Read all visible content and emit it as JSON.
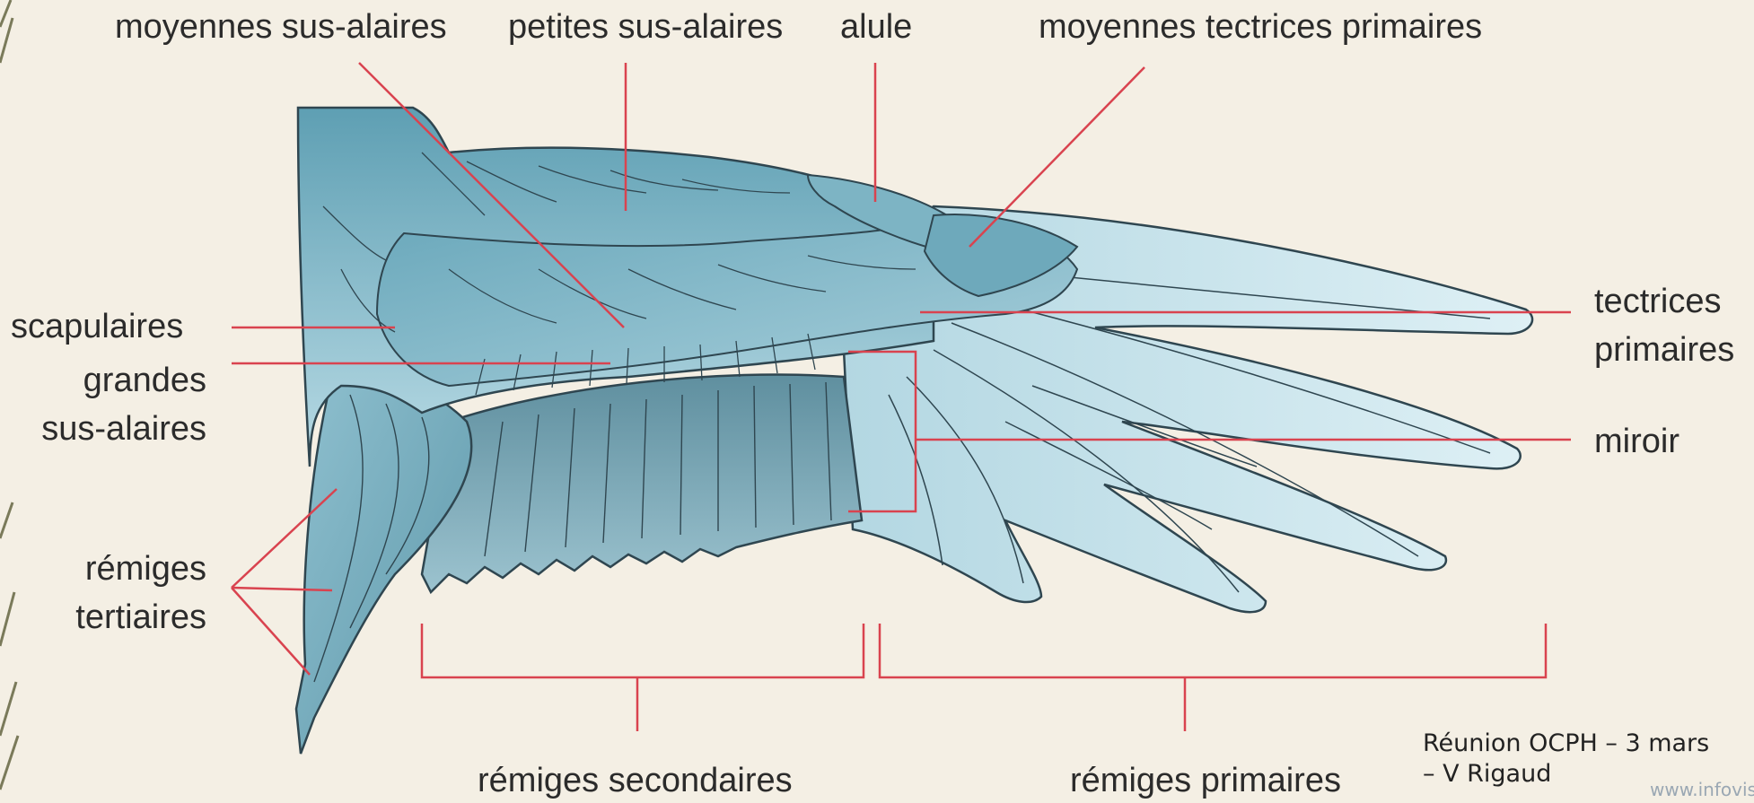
{
  "labels": {
    "moyennes_sus_alaires": "moyennes sus-alaires",
    "petites_sus_alaires": "petites sus-alaires",
    "alule": "alule",
    "moyennes_tectrices_primaires": "moyennes tectrices primaires",
    "scapulaires": "scapulaires",
    "grandes_sus_alaires_1": "grandes",
    "grandes_sus_alaires_2": "sus-alaires",
    "remiges_tertiaires_1": "rémiges",
    "remiges_tertiaires_2": "tertiaires",
    "tectrices_primaires_1": "tectrices",
    "tectrices_primaires_2": "primaires",
    "miroir": "miroir",
    "remiges_secondaires": "rémiges secondaires",
    "remiges_primaires": "rémiges primaires"
  },
  "credit": {
    "line1": "Réunion OCPH – 3 mars",
    "line2": "– V Rigaud"
  },
  "watermark": "www.infovis",
  "colors": {
    "leader_line": "#d9434f",
    "wing_dark": "#5e9fb3",
    "wing_light": "#cde6ee",
    "outline": "#2f4650",
    "background": "#f4efe4"
  }
}
